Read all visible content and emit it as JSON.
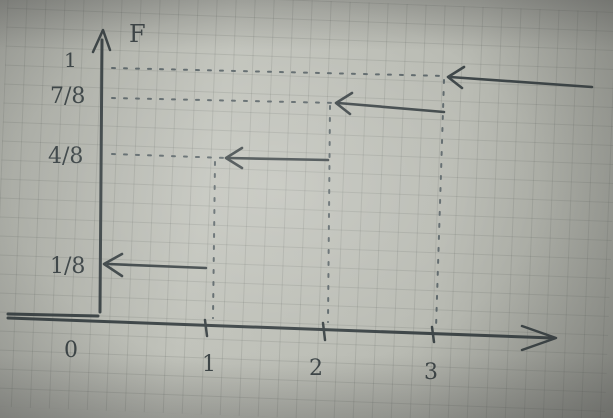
{
  "photo": {
    "axis_labels": {
      "y": "F",
      "origin": "0"
    },
    "x_ticks": [
      "1",
      "2",
      "3"
    ],
    "y_ticks": [
      "1",
      "7/8",
      "4/8",
      "1/8"
    ],
    "ink_color": "#3e4648",
    "paper_color": "#bfc1b9"
  }
}
